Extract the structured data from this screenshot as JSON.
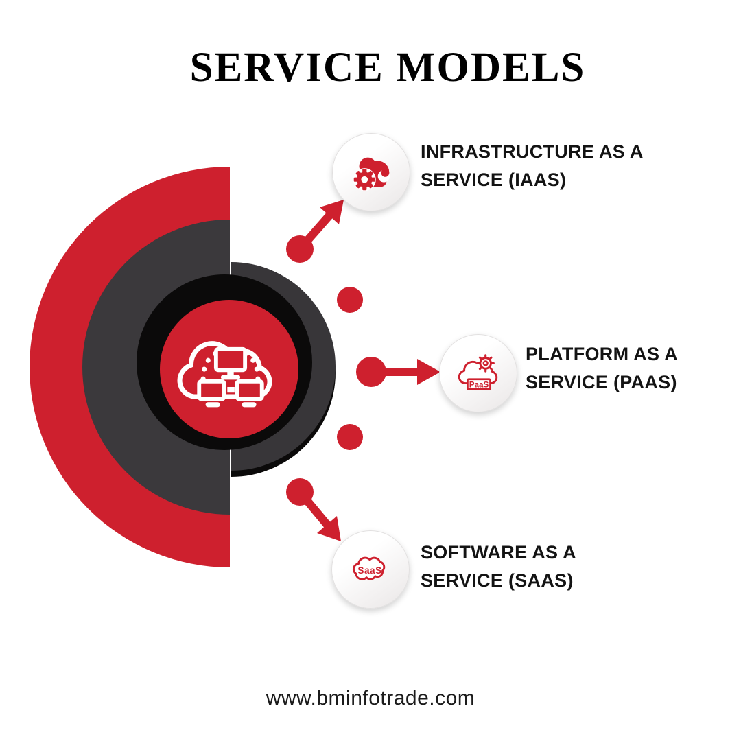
{
  "title": "SERVICE MODELS",
  "footer": {
    "website": "www.bminfotrade.com"
  },
  "colors": {
    "red": "#ce202e",
    "dark": "#3b393c",
    "ring": "#383639",
    "black": "#0b0a0a",
    "text": "#131313",
    "bubble_border": "#e2e0e0"
  },
  "center": {
    "icon": "cloud-network-icon"
  },
  "items": [
    {
      "id": "iaas",
      "line1": "INFRASTRUCTURE AS A",
      "line2": "SERVICE (IAAS)",
      "icon": "cloud-gear-icon",
      "icon_text": ""
    },
    {
      "id": "paas",
      "line1": "PLATFORM AS A",
      "line2": "SERVICE (PAAS)",
      "icon": "cloud-paas-icon",
      "icon_text": "PaaS"
    },
    {
      "id": "saas",
      "line1": "SOFTWARE AS A",
      "line2": "SERVICE (SAAS)",
      "icon": "cloud-saas-icon",
      "icon_text": "SaaS"
    }
  ]
}
